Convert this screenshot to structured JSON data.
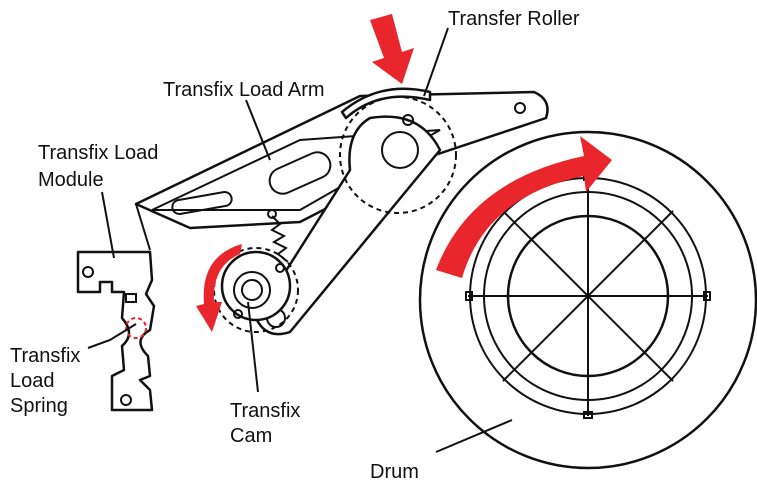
{
  "labels": {
    "transfer_roller": "Transfer Roller",
    "transfix_load_arm": "Transfix Load Arm",
    "transfix_load_module_1": "Transfix Load",
    "transfix_load_module_2": "Module",
    "transfix_load_spring_1": "Transfix",
    "transfix_load_spring_2": "Load",
    "transfix_load_spring_3": "Spring",
    "transfix_cam_1": "Transfix",
    "transfix_cam_2": "Cam",
    "drum": "Drum"
  },
  "colors": {
    "accent": "#e8262b",
    "line": "#111111",
    "background": "#ffffff"
  },
  "icons": {
    "force_arrow": "down-arrow-icon",
    "drum_rotation": "clockwise-arrow-icon",
    "cam_rotation": "counterclockwise-arrow-icon"
  }
}
